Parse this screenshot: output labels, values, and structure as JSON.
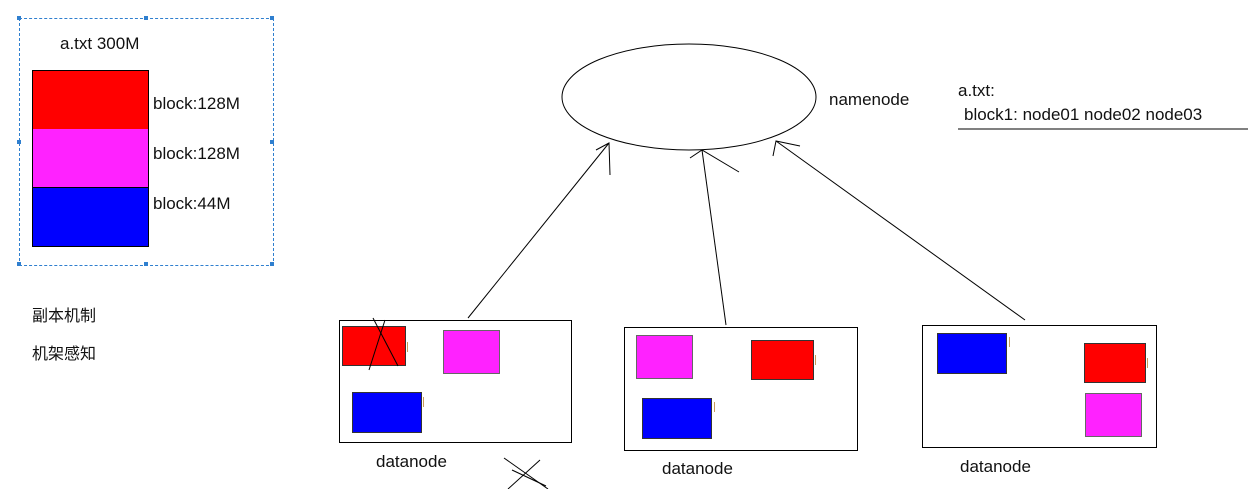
{
  "file": {
    "title": "a.txt  300M",
    "blocks": [
      {
        "label": "block:128M",
        "color": "#ff0000"
      },
      {
        "label": "block:128M",
        "color": "#ff22ff"
      },
      {
        "label": "block:44M",
        "color": "#0000ff"
      }
    ]
  },
  "concepts": {
    "replication": "副本机制",
    "rack_awareness": "机架感知"
  },
  "namenode": {
    "label": "namenode"
  },
  "metadata": {
    "file": "a.txt:",
    "entry": "block1:  node01 node02 node03"
  },
  "datanodes": [
    {
      "label": "datanode"
    },
    {
      "label": "datanode"
    },
    {
      "label": "datanode"
    }
  ],
  "colors": {
    "red": "#ff0000",
    "magenta": "#ff22ff",
    "blue": "#0000ff",
    "selection": "#2f7fcf"
  }
}
